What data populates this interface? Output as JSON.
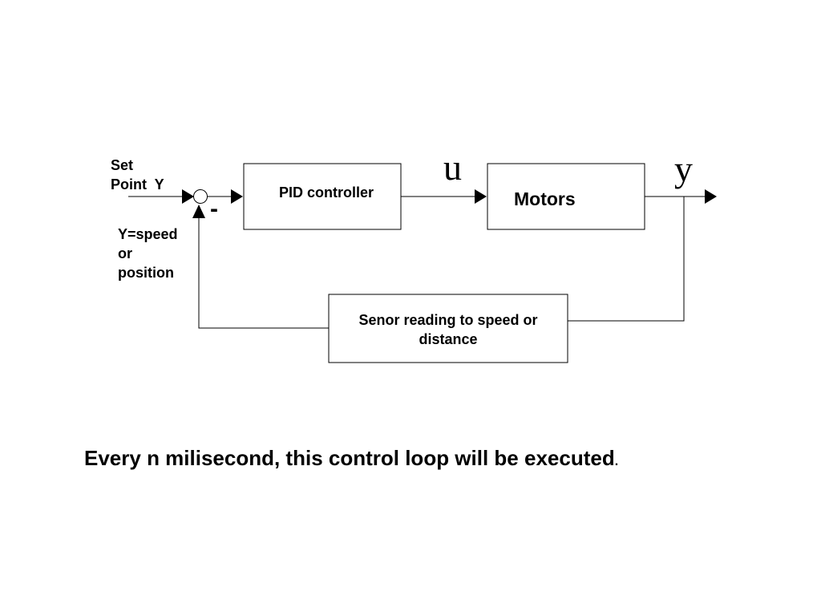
{
  "diagram": {
    "setpoint_label_line1": "Set",
    "setpoint_label_line2": "Point  Y",
    "minus_sign": "-",
    "feedback_note_line1": "Y=speed",
    "feedback_note_line2": "or",
    "feedback_note_line3": "position",
    "pid_block_label": "PID controller",
    "control_signal_label": "u",
    "motors_block_label": "Motors",
    "output_label": "y",
    "sensor_block_label": "Senor reading to speed or distance"
  },
  "caption": {
    "text": "Every n milisecond, this control loop will be executed",
    "trailing_period": "."
  }
}
